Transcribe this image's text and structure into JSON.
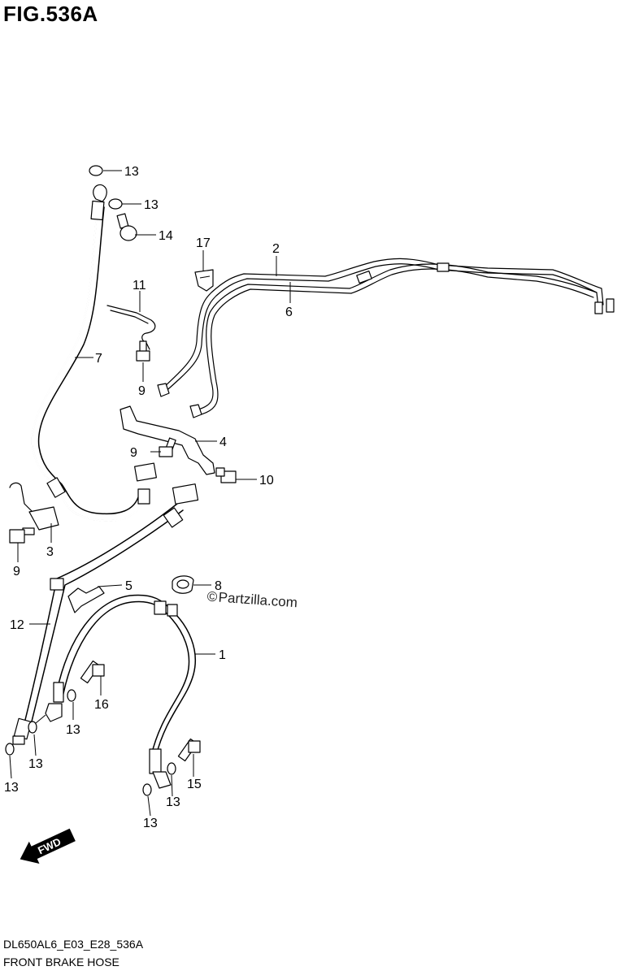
{
  "figure": {
    "title": "FIG.536A",
    "code": "DL650AL6_E03_E28_536A",
    "caption": "FRONT BRAKE HOSE"
  },
  "watermark": {
    "copyright_symbol": "©",
    "brand": "Partzilla.com"
  },
  "direction_arrow": {
    "label": "FWD"
  },
  "callouts": [
    {
      "id": "c-13a",
      "number": "13"
    },
    {
      "id": "c-13b",
      "number": "13"
    },
    {
      "id": "c-14",
      "number": "14"
    },
    {
      "id": "c-17",
      "number": "17"
    },
    {
      "id": "c-2",
      "number": "2"
    },
    {
      "id": "c-6",
      "number": "6"
    },
    {
      "id": "c-11",
      "number": "11"
    },
    {
      "id": "c-7",
      "number": "7"
    },
    {
      "id": "c-9a",
      "number": "9"
    },
    {
      "id": "c-4",
      "number": "4"
    },
    {
      "id": "c-9b",
      "number": "9"
    },
    {
      "id": "c-10",
      "number": "10"
    },
    {
      "id": "c-3",
      "number": "3"
    },
    {
      "id": "c-9c",
      "number": "9"
    },
    {
      "id": "c-5",
      "number": "5"
    },
    {
      "id": "c-8",
      "number": "8"
    },
    {
      "id": "c-12",
      "number": "12"
    },
    {
      "id": "c-1",
      "number": "1"
    },
    {
      "id": "c-16",
      "number": "16"
    },
    {
      "id": "c-13c",
      "number": "13"
    },
    {
      "id": "c-13d",
      "number": "13"
    },
    {
      "id": "c-13e",
      "number": "13"
    },
    {
      "id": "c-15",
      "number": "15"
    },
    {
      "id": "c-13f",
      "number": "13"
    },
    {
      "id": "c-13g",
      "number": "13"
    }
  ]
}
